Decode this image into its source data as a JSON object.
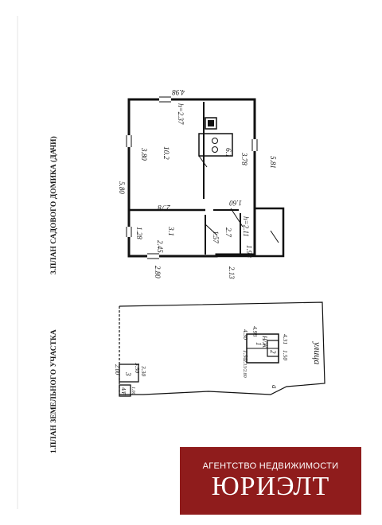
{
  "titles": {
    "site_plan": "1.ПЛАН ЗЕМЕЛЬНОГО УЧАСТКА",
    "house_plan": "3.ПЛАН САДОВОГО ДОМИКА (ДАЧИ)"
  },
  "house": {
    "dims": {
      "top": "4.98",
      "left": "5.80",
      "right": "5.81",
      "bottom_left": "2.80",
      "bottom_right": "2.13",
      "main_width": "3.80",
      "inner_height": "3.78",
      "corridor": "1.60",
      "room_top": "2.78",
      "small_w": "1.28",
      "small_h": "2.45",
      "hall_w": "1.57",
      "hall_b": "1.98"
    },
    "heights": {
      "h1": "h=2.37",
      "h2": "h=2.11"
    },
    "areas": {
      "main": "10.2",
      "kitchen": "6.1",
      "small": "3.1",
      "hall": "2.7"
    }
  },
  "site": {
    "street": "улица",
    "building_1": "1",
    "building_1_code": "Н/Ж",
    "building_2": "2",
    "building_3": "3",
    "building_4": "4/F",
    "dims": {
      "b1_top": "4.98",
      "b1_side": "4.30",
      "b1_right": "4.31",
      "b2": "1.50",
      "b2_small": "2.13/2.80",
      "b2_right": "1.50",
      "b3_top": "3.50",
      "b3_bottom": "3.30",
      "b3_side": "2.00",
      "b4": "1.00"
    },
    "corner_mark": "a"
  },
  "banner": {
    "agency": "АГЕНТСТВО НЕДВИЖИМОСТИ",
    "brand": "ЮРИЭЛТ"
  }
}
